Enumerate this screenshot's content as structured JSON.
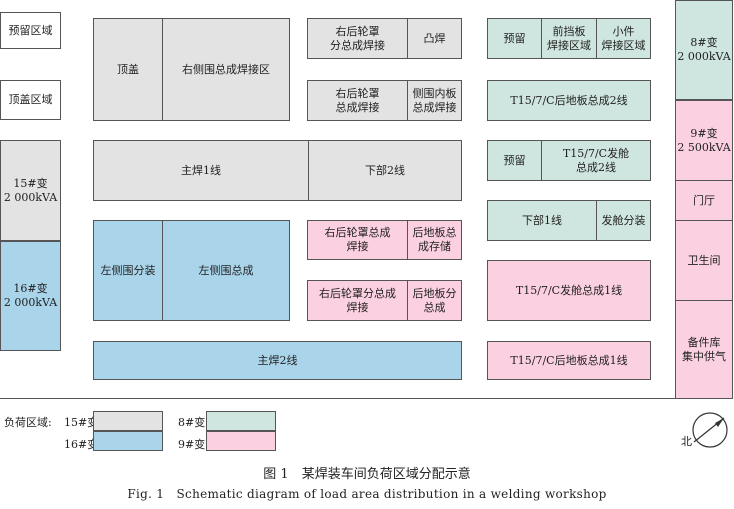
{
  "zones": {
    "ydzy": "预留区域",
    "dgqy": "顶盖区域",
    "bian15": "15#变\n2 000kVA",
    "bian16": "16#变\n2 000kVA",
    "dinggai": "顶盖",
    "ycw": "右侧围总成焊接区",
    "yhlz1": "右后轮罩\n分总成焊接",
    "tuhan": "凸焊",
    "yhlz2": "右后轮罩\n总成焊接",
    "cwnb": "侧围内板\n总成焊接",
    "zh1": "主焊1线",
    "xb2": "下部2线",
    "zcwfz": "左侧围分装",
    "zcwzc": "左侧围总成",
    "yhlz3": "右后轮罩总成\n焊接",
    "hdb_cc": "后地板总\n成存储",
    "yhlz4": "右后轮罩分总成\n焊接",
    "hdb_fz": "后地板分\n总成",
    "zh2": "主焊2线",
    "yuliu1": "预留",
    "qdb": "前挡板\n焊接区域",
    "xj": "小件\n焊接区域",
    "hdb2": "T15/7/C后地板总成2线",
    "yuliu2": "预留",
    "fdc2": "T15/7/C发舱\n总成2线",
    "xb1": "下部1线",
    "fcfz": "发舱分装",
    "fdc1": "T15/7/C发舱总成1线",
    "hdb1": "T15/7/C后地板总成1线",
    "bian8": "8#变\n2 000kVA",
    "bian9": "9#变\n2 500kVA",
    "menting": "门厅",
    "wsj": "卫生间",
    "bjk": "备件库\n集中供气"
  },
  "legend": {
    "title": "负荷区域:",
    "l15": "15#变",
    "l16": "16#变",
    "l8": "8#变",
    "l9": "9#变"
  },
  "compass": {
    "label": "北"
  },
  "caption": {
    "cn": "图 1　某焊装车间负荷区域分配示意",
    "en": "Fig. 1　Schematic diagram of load area distribution in a welding workshop"
  },
  "colors": {
    "transformer15": "#e3e3e3",
    "transformer16": "#a9d4ea",
    "transformer8": "#cfe5df",
    "transformer9": "#fbd0e0"
  }
}
